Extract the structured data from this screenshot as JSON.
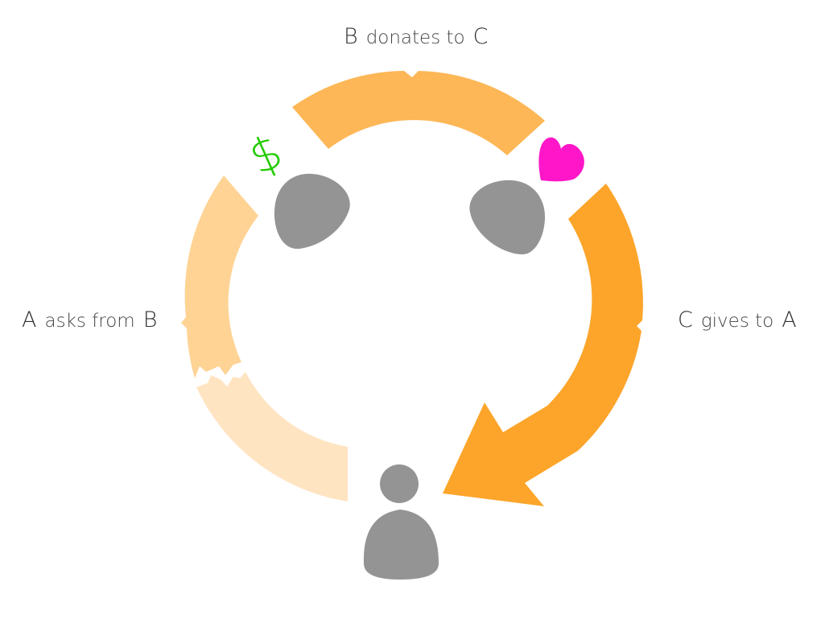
{
  "labels": {
    "top": {
      "subject": "B",
      "verb": "donates to",
      "object": "C"
    },
    "left": {
      "subject": "A",
      "verb": "asks from",
      "object": "B"
    },
    "right": {
      "subject": "C",
      "verb": "gives to",
      "object": "A"
    }
  },
  "icons": {
    "dollar": "$",
    "heart": "heart-icon",
    "person_a": "person-icon",
    "person_b": "head-icon",
    "person_c": "head-icon"
  },
  "colors": {
    "arrow_top": "#FDB756",
    "arrow_right": "#FCA52A",
    "arrow_left_upper": "#FED394",
    "arrow_left_lower": "#FFE4C2",
    "person": "#949494",
    "dollar": "#22CC00",
    "heart": "#FF16C8"
  }
}
